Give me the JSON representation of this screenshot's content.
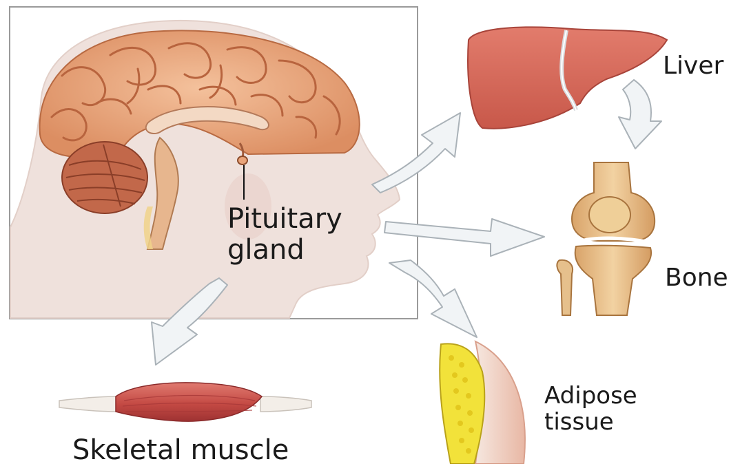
{
  "labels": {
    "pituitary_line1": "Pituitary",
    "pituitary_line2": "gland",
    "liver": "Liver",
    "bone": "Bone",
    "adipose_line1": "Adipose",
    "adipose_line2": "tissue",
    "skeletal_muscle": "Skeletal muscle"
  },
  "colors": {
    "brain": "#e9a47a",
    "brain_fold": "#b8643e",
    "cerebellum": "#c2684a",
    "liver": "#d86a5c",
    "bone": "#e8c08a",
    "fat": "#f2e23a",
    "muscle": "#c9504a",
    "arrow_fill": "#f1f4f6",
    "arrow_stroke": "#aab2b8",
    "head_silhouette": "#ead8d2"
  }
}
